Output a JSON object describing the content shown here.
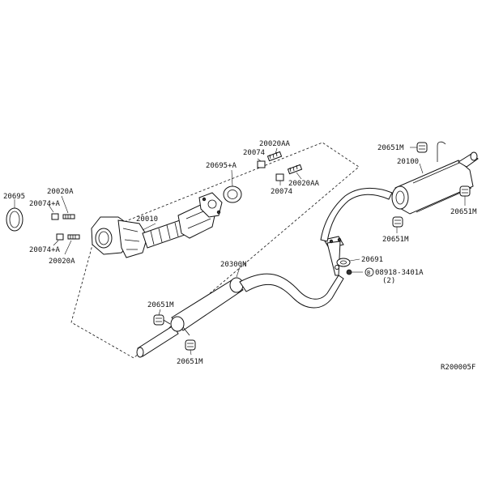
{
  "diagram": {
    "labels": {
      "p20695": "20695",
      "p20074a_left": "20074+A",
      "p20020a_top": "20020A",
      "p20074a_bottom": "20074+A",
      "p20020a_bottom": "20020A",
      "p20010": "20010",
      "p20695a": "20695+A",
      "p20074_top": "20074",
      "p20020aa_top": "20020AA",
      "p20074_mid": "20074",
      "p20020aa_mid": "20020AA",
      "p20651m_topright": "20651M",
      "p20100": "20100",
      "p20651m_right": "20651M",
      "p20651m_center": "20651M",
      "p20691": "20691",
      "p08918": "08918-3401A",
      "p08918_qty": "(2)",
      "p08918_badge": "B",
      "p20300n": "20300N",
      "p20651m_left": "20651M",
      "p20651m_bottom": "20651M"
    },
    "code": "R200005F"
  }
}
